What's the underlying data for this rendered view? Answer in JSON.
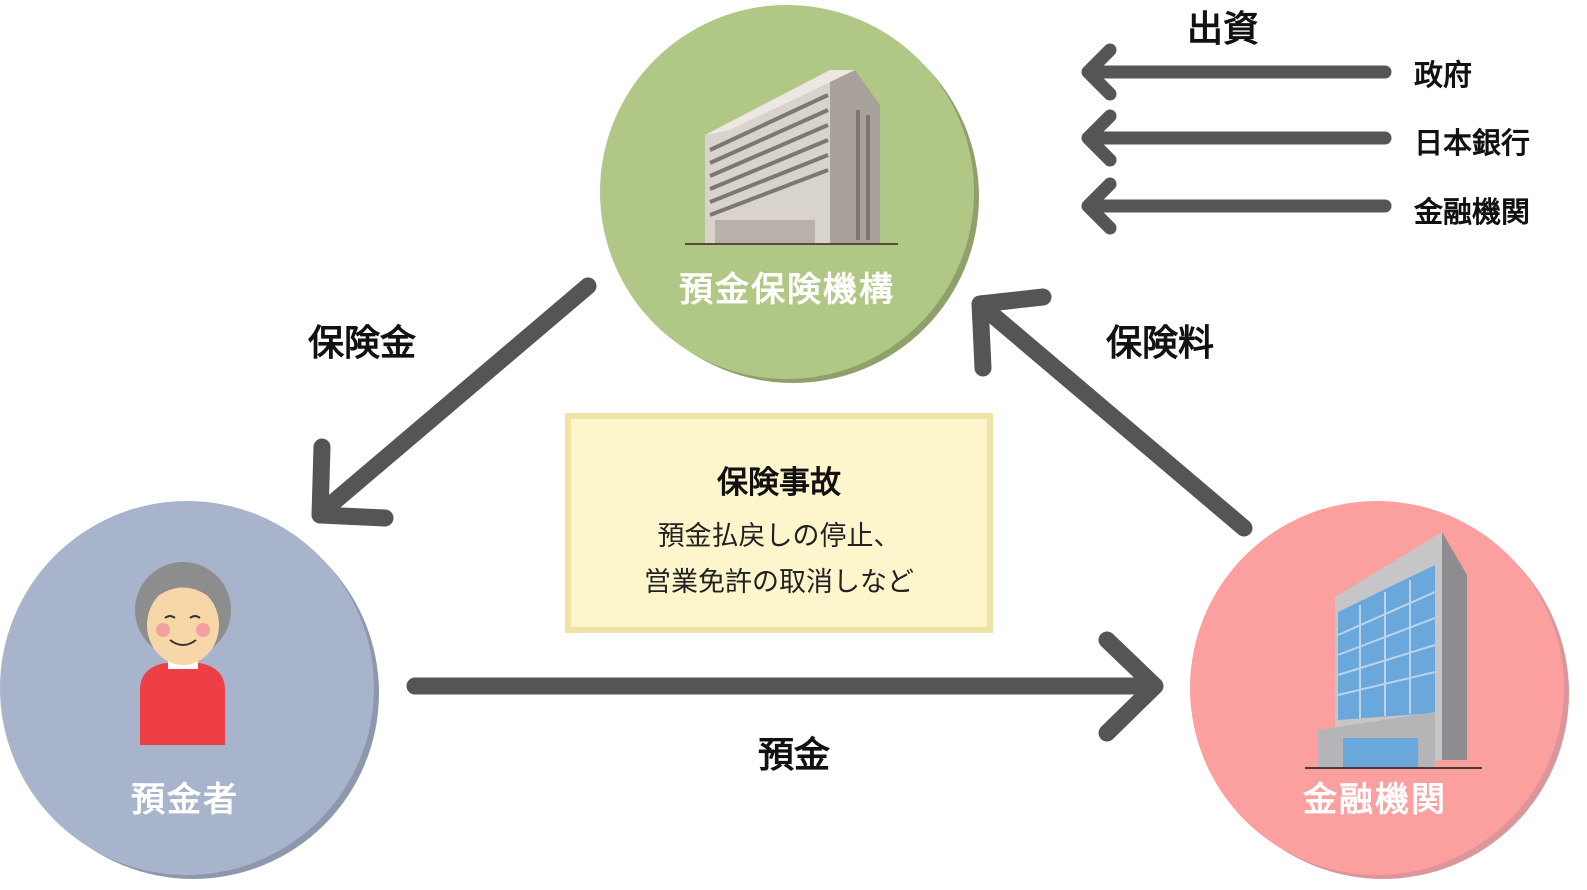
{
  "nodes": {
    "dic": {
      "label": "預金保険機構",
      "color": "#b1c785"
    },
    "depositor": {
      "label": "預金者",
      "color": "#a8b4cc"
    },
    "bank": {
      "label": "金融機関",
      "color": "#fc9f9f"
    }
  },
  "edges": {
    "insurance_payout": "保険金",
    "premium": "保険料",
    "deposit": "預金"
  },
  "funding": {
    "title": "出資",
    "sources": [
      "政府",
      "日本銀行",
      "金融機関"
    ]
  },
  "event_box": {
    "title": "保険事故",
    "line1": "預金払戻しの停止、",
    "line2": "営業免許の取消しなど"
  },
  "arrow_color": "#555555"
}
